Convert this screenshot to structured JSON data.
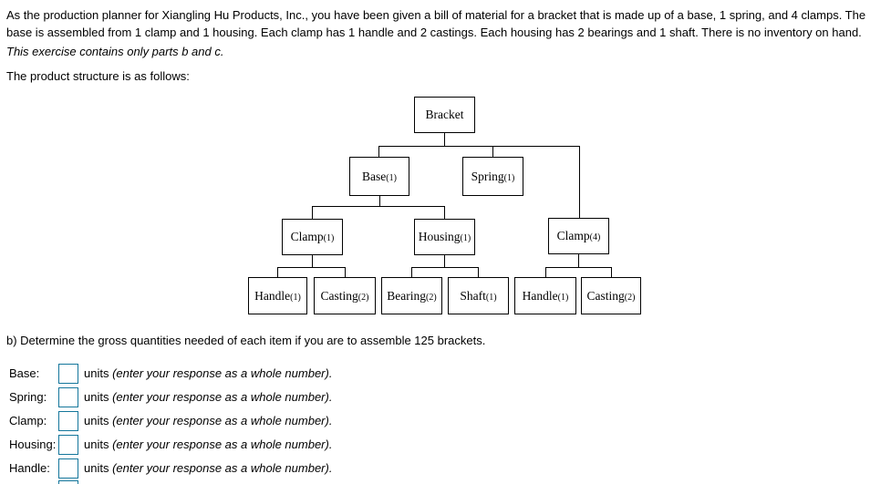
{
  "intro": {
    "paragraph": "As the production planner for Xiangling Hu Products, Inc., you have been given a bill of material for a bracket that is made up of a base, 1 spring, and 4 clamps. The base is assembled from 1 clamp and 1 housing. Each clamp has 1 handle and 2 castings. Each housing has 2 bearings and 1 shaft. There is no inventory on hand.",
    "exercise_note": "This exercise contains only parts b and c.",
    "structure_intro": "The product structure is as follows:"
  },
  "diagram": {
    "nodes": [
      {
        "id": "bracket",
        "label": "Bracket",
        "sub": ""
      },
      {
        "id": "base",
        "label": "Base",
        "sub": "(1)"
      },
      {
        "id": "spring",
        "label": "Spring",
        "sub": "(1)"
      },
      {
        "id": "clamp-1",
        "label": "Clamp",
        "sub": "(1)"
      },
      {
        "id": "housing",
        "label": "Housing",
        "sub": "(1)"
      },
      {
        "id": "clamp-4",
        "label": "Clamp",
        "sub": "(4)"
      },
      {
        "id": "handle-1",
        "label": "Handle",
        "sub": "(1)"
      },
      {
        "id": "casting-1",
        "label": "Casting",
        "sub": "(2)"
      },
      {
        "id": "bearing",
        "label": "Bearing",
        "sub": "(2)"
      },
      {
        "id": "shaft",
        "label": "Shaft",
        "sub": "(1)"
      },
      {
        "id": "handle-2",
        "label": "Handle",
        "sub": "(1)"
      },
      {
        "id": "casting-2",
        "label": "Casting",
        "sub": "(2)"
      }
    ]
  },
  "question_b": "b) Determine the gross quantities needed of each item if you are to assemble 125 brackets.",
  "answers": {
    "rows": [
      {
        "label": "Base:",
        "value": "",
        "unit": "units",
        "note": "(enter your response as a whole number)."
      },
      {
        "label": "Spring:",
        "value": "",
        "unit": "units",
        "note": "(enter your response as a whole number)."
      },
      {
        "label": "Clamp:",
        "value": "",
        "unit": "units",
        "note": "(enter your response as a whole number)."
      },
      {
        "label": "Housing:",
        "value": "",
        "unit": "units",
        "note": "(enter your response as a whole number)."
      },
      {
        "label": "Handle:",
        "value": "",
        "unit": "units",
        "note": "(enter your response as a whole number)."
      },
      {
        "label": "",
        "value": "",
        "unit": "",
        "note": ""
      }
    ]
  },
  "colors": {
    "input_border": "#14769B",
    "diagram_line": "#000000"
  }
}
